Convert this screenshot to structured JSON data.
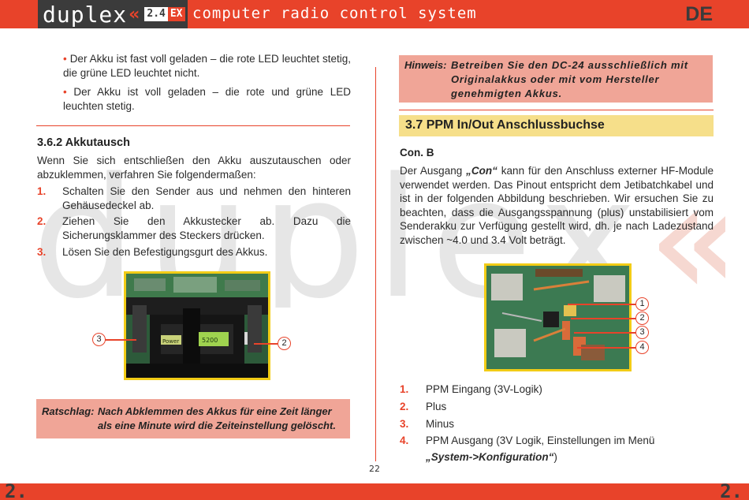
{
  "header": {
    "logo_text": "duplex",
    "logo_chev": "«",
    "badge_a": "2.4",
    "badge_b": "EX",
    "tagline": "computer radio control system",
    "lang": "DE"
  },
  "watermark": {
    "text": "duplex",
    "chev": "«"
  },
  "left": {
    "bullets": [
      "Der Akku ist fast voll geladen – die rote LED leuchtet stetig, die grüne LED leuchtet nicht.",
      "Der Akku ist voll geladen – die rote und grüne LED leuchten stetig."
    ],
    "section_title": "3.6.2  Akkutausch",
    "intro": "Wenn Sie sich entschließen den Akku auszutauschen oder abzuklemmen, verfahren Sie folgendermaßen:",
    "steps": [
      {
        "num": "1.",
        "text": "Schalten Sie den Sender aus und nehmen den hinteren Gehäusedeckel ab."
      },
      {
        "num": "2.",
        "text": "Ziehen Sie den Akkustecker ab.  Dazu die Sicherungsklammer des Steckers drücken."
      },
      {
        "num": "3.",
        "text": "Lösen Sie den Befestigungsgurt des Akkus."
      }
    ],
    "photo_callouts": [
      "3",
      "2"
    ],
    "battery_label": "Power",
    "battery_capacity": "5200",
    "tip_label": "Ratschlag:",
    "tip_text": "Nach Abklemmen des Akkus für eine Zeit länger als eine Minute wird die Zeiteinstellung gelöscht."
  },
  "right": {
    "hint_label": "Hinweis:",
    "hint_text": "Betreiben Sie den DC-24 ausschließlich mit Originalakkus oder mit vom Hersteller genehmigten Akkus.",
    "section_title": "3.7   PPM In/Out Anschlussbuchse",
    "subheading": "Con. B",
    "para_pre": "Der Ausgang ",
    "para_bold": "„Con“",
    "para_post": " kann für den Anschluss externer HF-Module verwendet werden. Das Pinout entspricht dem Jetibatchkabel und ist in der folgenden Abbildung beschrieben. Wir ersuchen Sie zu beachten, dass die Ausgangsspannung (plus) unstabilisiert vom Senderakku zur Verfügung gestellt wird, dh. je nach Ladezustand zwischen ~4.0 und 3.4 Volt beträgt.",
    "photo_callouts": [
      "1",
      "2",
      "3",
      "4"
    ],
    "pins": [
      {
        "num": "1.",
        "text": "PPM Eingang (3V-Logik)"
      },
      {
        "num": "2.",
        "text": "Plus"
      },
      {
        "num": "3.",
        "text": "Minus"
      },
      {
        "num": "4.",
        "text": "PPM Ausgang (3V Logik, Einstellungen im Menü"
      }
    ],
    "pin4_cont_bold": "„System->Konfiguration“",
    "pin4_cont_end": ")"
  },
  "footer": {
    "left_num": "2.",
    "right_num": "2.",
    "page_number": "22"
  },
  "colors": {
    "accent": "#e8432a",
    "highlight": "#f6df8a",
    "note_bg": "#f0a597",
    "photo_border": "#f2cc16",
    "dark": "#3b3b3b"
  }
}
